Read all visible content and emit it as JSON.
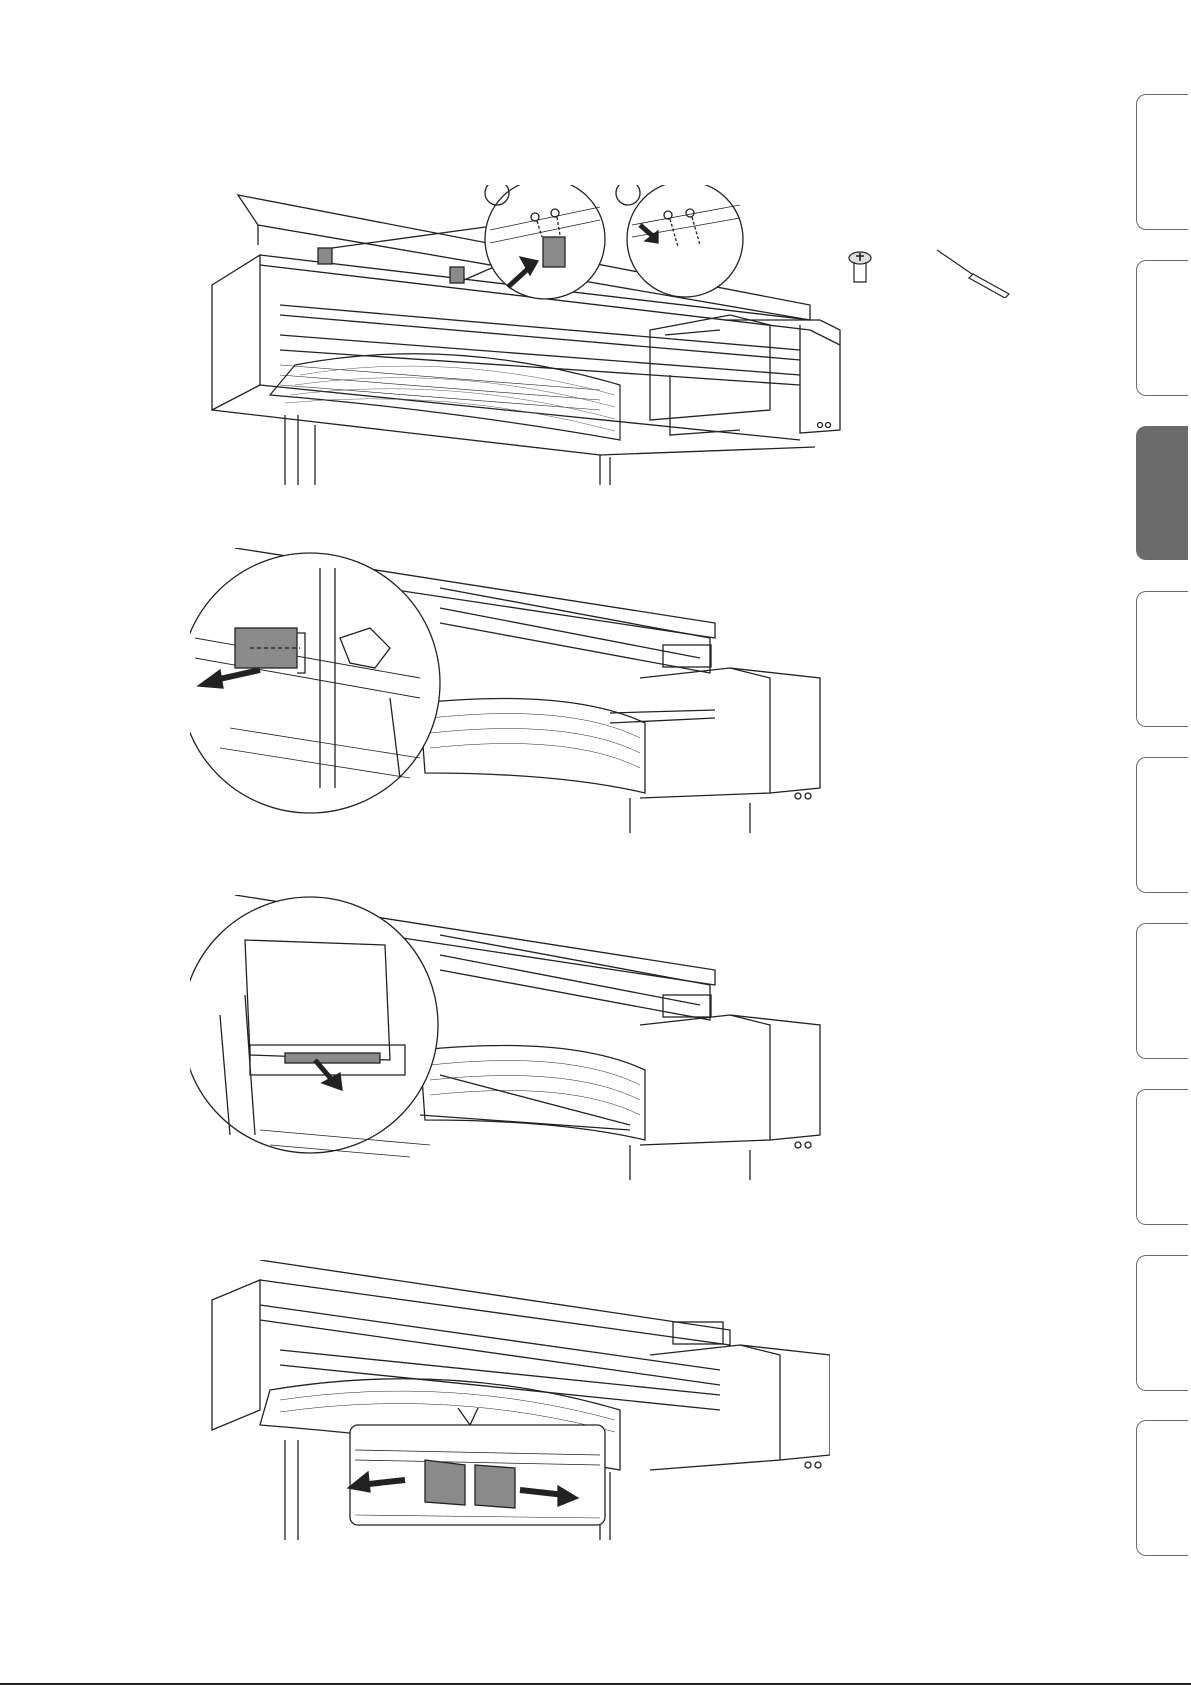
{
  "page": {
    "background": "#ffffff",
    "line_color": "#222222",
    "fill_gray": "#8a8a8a"
  },
  "side_tabs": [
    {
      "name": "tab-1",
      "active": false
    },
    {
      "name": "tab-2",
      "active": false
    },
    {
      "name": "tab-3",
      "active": true,
      "color": "#6b6b6b"
    },
    {
      "name": "tab-4",
      "active": false
    },
    {
      "name": "tab-5",
      "active": false
    },
    {
      "name": "tab-6",
      "active": false
    },
    {
      "name": "tab-7",
      "active": false
    },
    {
      "name": "tab-8",
      "active": false
    },
    {
      "name": "tab-9",
      "active": false
    }
  ],
  "figures": [
    {
      "name": "step-1-remove-retainers",
      "parts": [
        "screw-icon",
        "screwdriver-icon"
      ],
      "callouts": 2
    },
    {
      "name": "step-2-slide-carriage-lock"
    },
    {
      "name": "step-3-remove-cutter-stopper"
    },
    {
      "name": "step-4-remove-platen-tape"
    }
  ]
}
